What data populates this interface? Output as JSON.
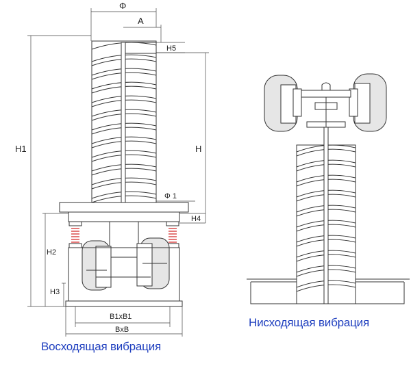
{
  "left_diagram": {
    "caption": "Восходящая вибрация",
    "labels": {
      "phi": "Φ",
      "a": "A",
      "h5": "H5",
      "h1": "H1",
      "h": "H",
      "phi1": "Φ 1",
      "h4": "H4",
      "h2": "H2",
      "h3": "H3",
      "b1xb1": "B1xB1",
      "bxb": "BxB"
    }
  },
  "right_diagram": {
    "caption": "Нисходящая вибрация"
  },
  "colors": {
    "caption": "#1f3fbf",
    "spring": "#d02020"
  }
}
